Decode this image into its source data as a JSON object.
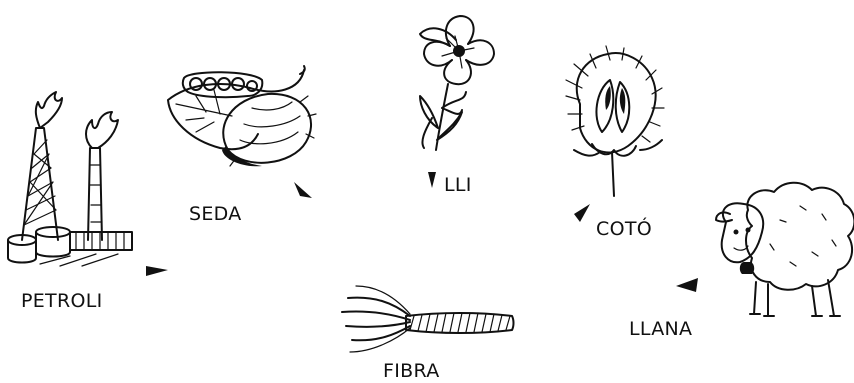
{
  "labels": {
    "petroli": "PETROLI",
    "seda": "SEDA",
    "lli": "LLI",
    "coto": "COTÓ",
    "llana": "LLANA",
    "fibra": "FIBRA"
  },
  "icons": [
    "oil-refinery-icon",
    "silkworm-cocoon-icon",
    "flax-flower-icon",
    "cotton-boll-icon",
    "sheep-icon",
    "fiber-strand-icon"
  ],
  "colors": {
    "ink": "#111111",
    "background": "#ffffff"
  }
}
